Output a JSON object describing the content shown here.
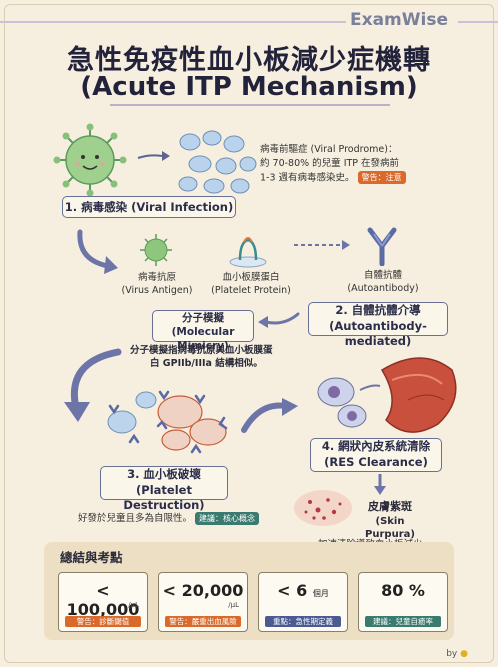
{
  "brand": "ExamWise",
  "title_zh": "急性免疫性血小板減少症機轉",
  "title_en": "(Acute ITP Mechanism)",
  "prodrome": {
    "line1": "病毒前驅症 (Viral Prodrome)：",
    "line2": "約 70-80% 的兒童 ITP 在發病前",
    "line3": "1-3 週有病毒感染史。",
    "tag": "警告：注意"
  },
  "step1": "1. 病毒感染 (Viral Infection)",
  "virus_antigen": {
    "zh": "病毒抗原",
    "en": "(Virus Antigen)"
  },
  "platelet_protein": {
    "zh": "血小板膜蛋白",
    "en": "(Platelet Protein)"
  },
  "autoantibody": {
    "zh": "自體抗體",
    "en": "(Autoantibody)"
  },
  "mimicry": {
    "zh": "分子模擬",
    "en": "(Molecular Mimicry)"
  },
  "step2": {
    "zh": "2. 自體抗體介導",
    "en": "(Autoantibody-mediated)"
  },
  "mimicry_note": {
    "line1": "分子模擬指病毒抗原與血小板膜蛋",
    "line2": "白 GPIIb/IIIa 結構相似。"
  },
  "step3": {
    "zh": "3. 血小板破壞",
    "en": "(Platelet Destruction)"
  },
  "step3_note": "好發於兒童且多為自限性。",
  "step3_tag": "建議：核心概念",
  "step4": {
    "zh": "4. 網狀內皮系統清除",
    "en": "(RES Clearance)"
  },
  "purpura": {
    "zh": "皮膚紫斑",
    "en": "(Skin Purpura)"
  },
  "purpura_note": "加速清除導致血小板減少。",
  "summary": {
    "title": "總結與考點",
    "cards": [
      {
        "value": "< 100,000",
        "unit": "/μL",
        "tag": "警告：診斷閾值",
        "color": "#d96a2b"
      },
      {
        "value": "< 20,000",
        "unit": "/μL",
        "tag": "警告：嚴重出血風險",
        "color": "#d96a2b"
      },
      {
        "value": "< 6",
        "unit": "個月",
        "tag": "重點：急性期定義",
        "color": "#4b5b92"
      },
      {
        "value": "80 %",
        "unit": "",
        "tag": "建議：兒童自癒率",
        "color": "#3b7a6e"
      }
    ]
  },
  "by": "by"
}
